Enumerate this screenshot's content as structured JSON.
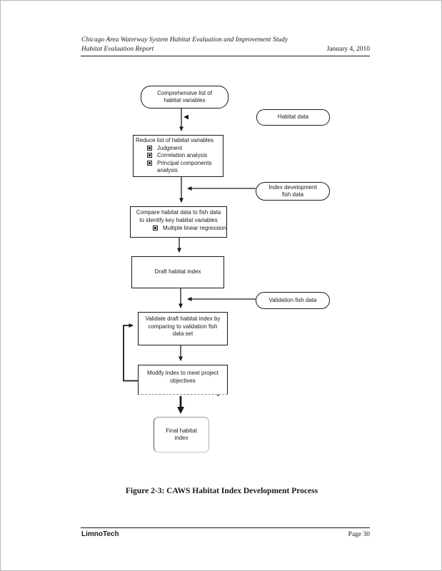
{
  "document": {
    "header": {
      "study_title": "Chicago Area Waterway System Habitat Evaluation and Improvement Study",
      "report_title": "Habitat Evaluation Report",
      "date": "January 4, 2010"
    },
    "figure_caption": "Figure 2-3: CAWS Habitat Index Development Process",
    "footer": {
      "company": "LimnoTech",
      "page_number": "Page 30"
    }
  },
  "colors": {
    "ink": "#1a1a1a",
    "page_background": "#ffffff"
  },
  "flowchart": {
    "nodes": {
      "comprehensive_list": {
        "lines": [
          "Comprehensive list of",
          "habitat variables"
        ]
      },
      "habitat_data": {
        "label": "Habitat data"
      },
      "reduce_list": {
        "title": "Reduce list of habitat variables",
        "bullets": [
          "Judgment",
          "Correlation analysis",
          "Principal components analysis"
        ]
      },
      "index_development_data": {
        "lines": [
          "Index development",
          "fish data"
        ]
      },
      "compare": {
        "lines": [
          "Compare habitat data to fish data",
          "to identify key habitat variables"
        ],
        "bullets": [
          "Multiple linear regression"
        ]
      },
      "draft_index": {
        "label": "Draft habitat index"
      },
      "validation_data": {
        "label": "Validation fish data"
      },
      "validate": {
        "lines": [
          "Validate draft habitat index by",
          "comparing to validation fish",
          "data set"
        ]
      },
      "modify": {
        "lines": [
          "Modify index to meet project",
          "objectives"
        ]
      },
      "final_index": {
        "lines": [
          "Final habitat",
          "index"
        ]
      }
    }
  }
}
